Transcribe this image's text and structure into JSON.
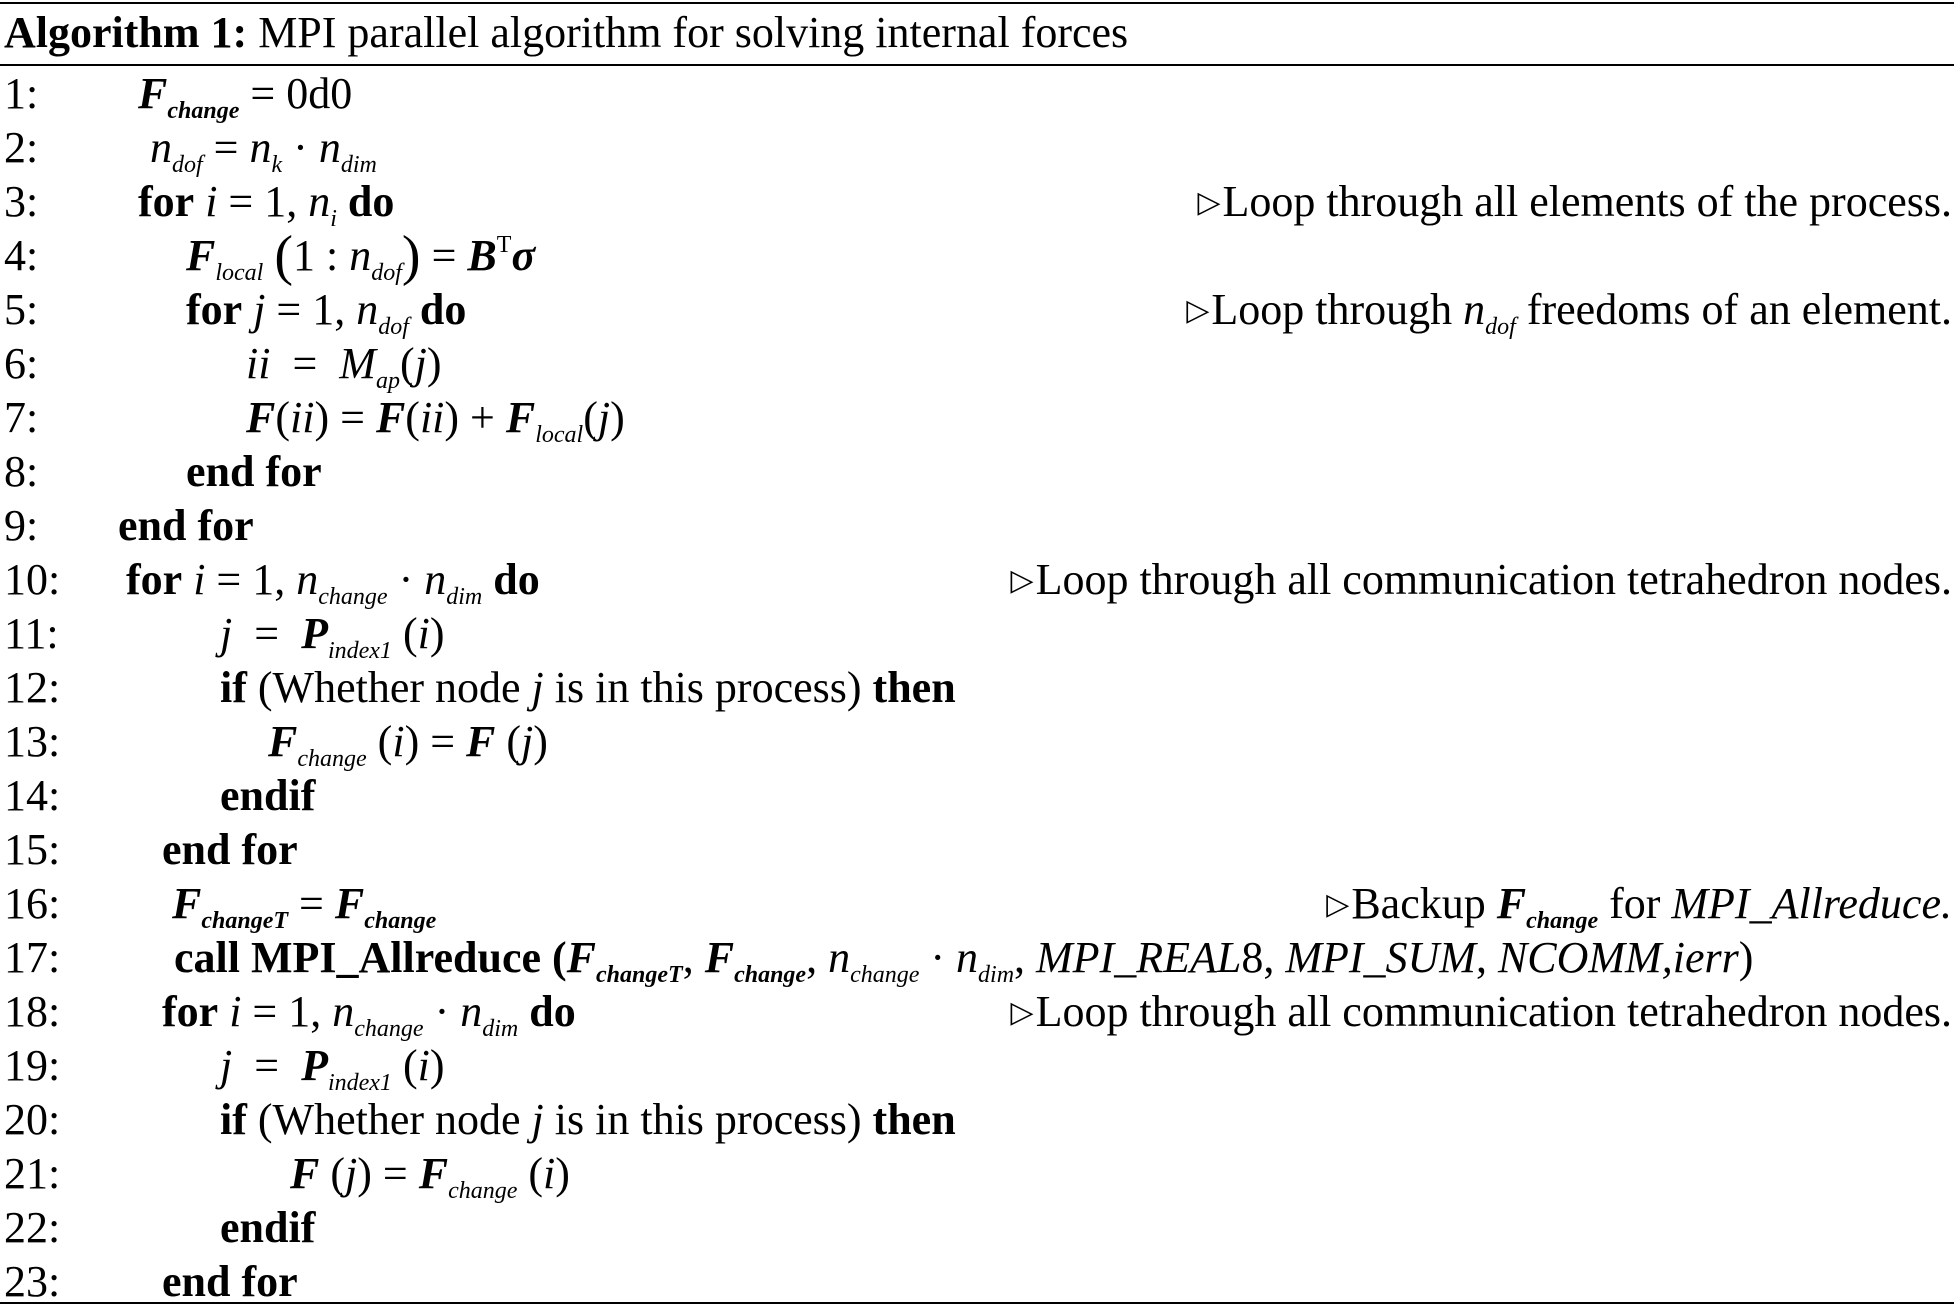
{
  "algorithm": {
    "label": "Algorithm 1:",
    "title": "MPI parallel algorithm for solving internal forces"
  },
  "lines": [
    {
      "num": "1:",
      "comment": ""
    },
    {
      "num": "2:",
      "comment": ""
    },
    {
      "num": "3:",
      "comment": "Loop through all elements of the process."
    },
    {
      "num": "4:",
      "comment": ""
    },
    {
      "num": "5:",
      "comment": ""
    },
    {
      "num": "6:",
      "comment": ""
    },
    {
      "num": "7:",
      "comment": ""
    },
    {
      "num": "8:",
      "comment": ""
    },
    {
      "num": "9:",
      "comment": ""
    },
    {
      "num": "10:",
      "comment": "Loop through all communication tetrahedron nodes."
    },
    {
      "num": "11:",
      "comment": ""
    },
    {
      "num": "12:",
      "comment": ""
    },
    {
      "num": "13:",
      "comment": ""
    },
    {
      "num": "14:",
      "comment": ""
    },
    {
      "num": "15:",
      "comment": ""
    },
    {
      "num": "16:",
      "comment": ""
    },
    {
      "num": "17:",
      "comment": ""
    },
    {
      "num": "18:",
      "comment": "Loop through all communication tetrahedron nodes."
    },
    {
      "num": "19:",
      "comment": ""
    },
    {
      "num": "20:",
      "comment": ""
    },
    {
      "num": "21:",
      "comment": ""
    },
    {
      "num": "22:",
      "comment": ""
    },
    {
      "num": "23:",
      "comment": ""
    }
  ],
  "keywords": {
    "for": "for",
    "do": "do",
    "end_for": "end for",
    "if": "if",
    "then": "then",
    "endif": "endif",
    "call": "call",
    "mpi_allreduce": "MPI_Allreduce"
  },
  "text": {
    "zero": "0d0",
    "whether": "(Whether node",
    "in_process": "is in this process)",
    "comment5_a": "Loop through",
    "comment5_b": "freedoms of an element.",
    "comment16_a": "Backup",
    "comment16_b": "for",
    "comment16_c": "MPI_Allreduce."
  },
  "symbols": {
    "triangle": "▷"
  }
}
